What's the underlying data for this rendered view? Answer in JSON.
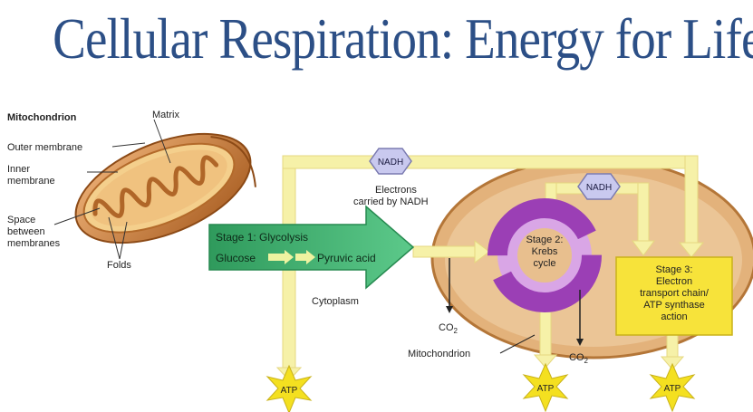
{
  "title": "Cellular Respiration: Energy for Life",
  "mito_inset": {
    "heading": "Mitochondrion",
    "labels": {
      "matrix": "Matrix",
      "outer": "Outer membrane",
      "inner_1": "Inner",
      "inner_2": "membrane",
      "space_1": "Space",
      "space_2": "between",
      "space_3": "membranes",
      "folds": "Folds"
    }
  },
  "pathway": {
    "nadh": "NADH",
    "electrons_1": "Electrons",
    "electrons_2": "carried by NADH",
    "stage1_title": "Stage 1: Glycolysis",
    "glucose": "Glucose",
    "pyruvic": "Pyruvic acid",
    "cytoplasm": "Cytoplasm",
    "stage2_1": "Stage 2:",
    "stage2_2": "Krebs",
    "stage2_3": "cycle",
    "stage3_1": "Stage 3:",
    "stage3_2": "Electron",
    "stage3_3": "transport chain/",
    "stage3_4": "ATP synthase",
    "stage3_5": "action",
    "co2": "CO",
    "co2_sub": "2",
    "mitochondrion": "Mitochondrion",
    "atp": "ATP"
  },
  "colors": {
    "title": "#2c4f86",
    "mito_outer": "#c8752e",
    "cell_fill": "#e6bf8c",
    "stage1_green": "#3aaa6a",
    "krebs_purple": "#9b3fb5",
    "stage3_yellow": "#f7e33a",
    "arrow_cream": "#f6f1a8",
    "atp_star": "#f4e020"
  }
}
